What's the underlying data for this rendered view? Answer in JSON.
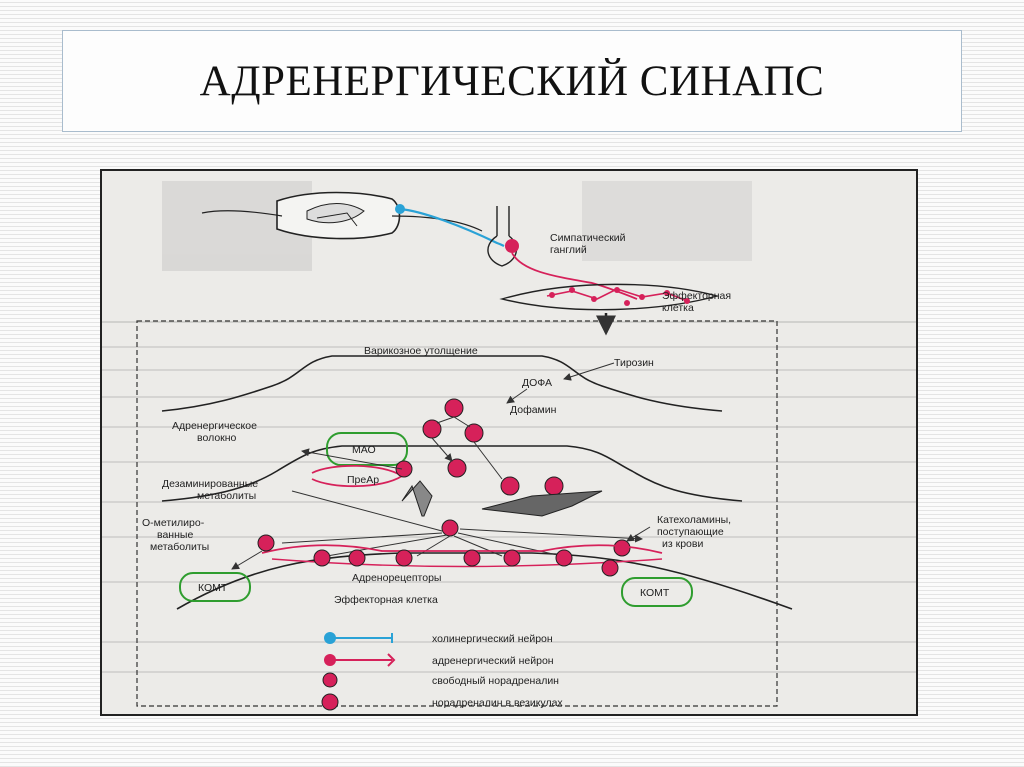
{
  "title": "АДРЕНЕРГИЧЕСКИЙ СИНАПС",
  "diagram": {
    "labels": {
      "ganglion": [
        "Симпатический",
        "ганглий"
      ],
      "effector_top": [
        "Эффекторная",
        "клетка"
      ],
      "varicosity": "Варикозное утолщение",
      "tyrosine": "Тирозин",
      "dopa": "ДОФА",
      "dopamine": "Дофамин",
      "fiber": [
        "Адренергическое",
        "волокно"
      ],
      "mao": "МАО",
      "deaminated": [
        "Дезаминированные",
        "метаболиты"
      ],
      "prear": "ПреАр",
      "catecholamines": [
        "Катехоламины,",
        "поступающие",
        "из крови"
      ],
      "o_methyl": [
        "О-метилиро-",
        "ванные",
        "метаболиты"
      ],
      "receptors": "Адренорецепторы",
      "komt_left": "КОМТ",
      "komt_right": "КОМТ",
      "effector_bottom": "Эффекторная клетка"
    },
    "legend": [
      "холинергический нейрон",
      "адренергический нейрон",
      "свободный норадреналин",
      "норадреналин в везикулах"
    ],
    "colors": {
      "vesicle": "#d6215a",
      "cholinergic": "#2aa2d6",
      "enzyme": "#2f9d2f",
      "receptor": "#d6215a"
    }
  }
}
